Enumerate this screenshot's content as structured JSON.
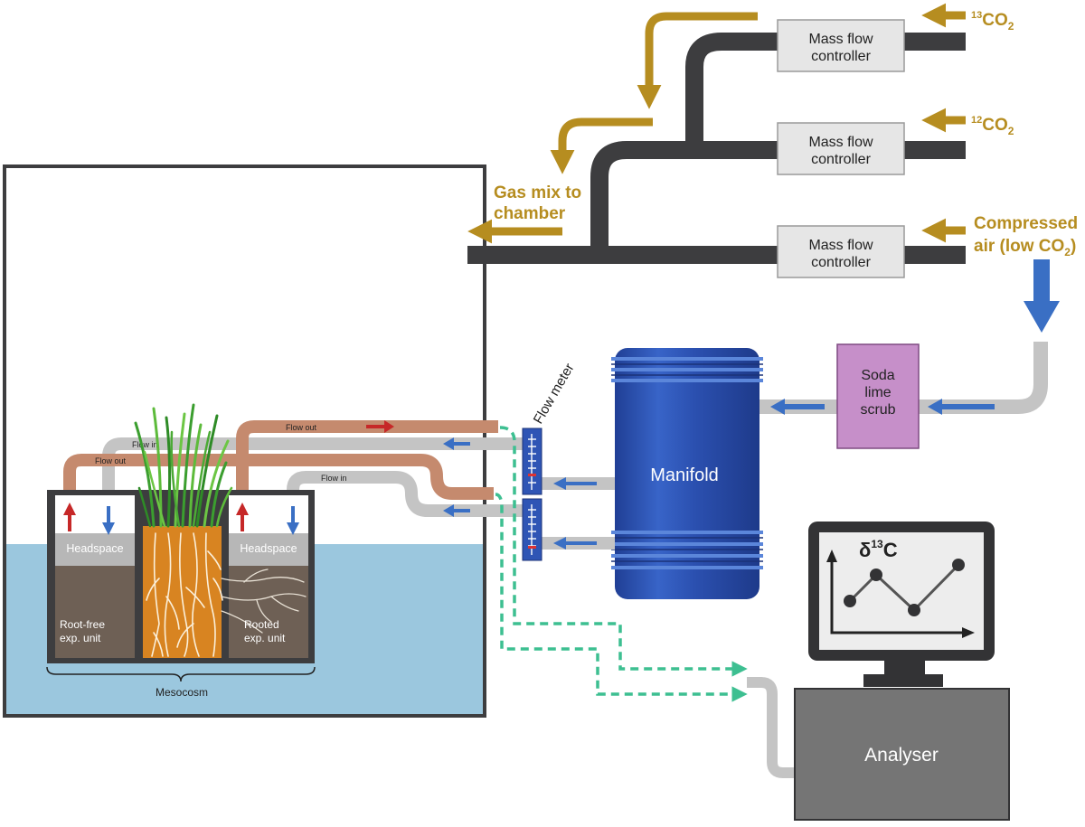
{
  "gas_sources": {
    "c13": {
      "prefix": "13",
      "main": "CO",
      "sub": "2"
    },
    "c12": {
      "prefix": "12",
      "main": "CO",
      "sub": "2"
    },
    "air_line1": "Compressed",
    "air_line2_main": "air (low CO",
    "air_line2_sub": "2",
    "air_line2_end": ")"
  },
  "mass_flow_controllers": [
    {
      "line1": "Mass flow",
      "line2": "controller"
    },
    {
      "line1": "Mass flow",
      "line2": "controller"
    },
    {
      "line1": "Mass flow",
      "line2": "controller"
    }
  ],
  "gas_mix": {
    "line1": "Gas mix to",
    "line2": "chamber"
  },
  "soda_lime": {
    "line1": "Soda",
    "line2": "lime",
    "line3": "scrub"
  },
  "manifold": "Manifold",
  "flow_meter": "Flow meter",
  "tubes": {
    "flow_out": "Flow out",
    "flow_in": "Flow in"
  },
  "mesocosm": {
    "headspace_left": "Headspace",
    "headspace_right": "Headspace",
    "root_free_line1": "Root-free",
    "root_free_line2": "exp. unit",
    "rooted_line1": "Rooted",
    "rooted_line2": "exp. unit",
    "label": "Mesocosm"
  },
  "monitor": {
    "delta": "δ",
    "sup": "13",
    "element": "C"
  },
  "analyser": "Analyser",
  "colors": {
    "gold": "#B68D20",
    "pipe_dark": "#3D3D3F",
    "pipe_grey": "#C4C4C4",
    "tube_out": "#C58A6E",
    "arrow_blue": "#3A6FC4",
    "arrow_red": "#C62828",
    "manifold_blue": "#2F55B5",
    "soda_purple": "#C68FC9",
    "water": "#9BC7DE",
    "soil": "#6E6055",
    "roots_orange": "#D88421",
    "analyser_grey": "#757575",
    "dashed_green": "#3DBF91"
  }
}
